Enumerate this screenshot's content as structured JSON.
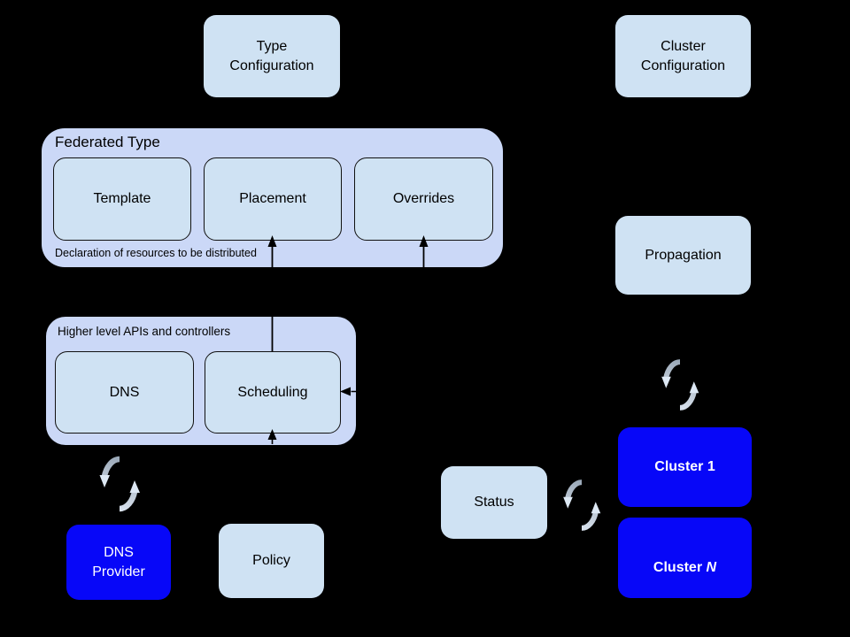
{
  "diagram": {
    "colors": {
      "canvas_bg": "#000000",
      "group_fill": "#cbd8f7",
      "box_fill": "#cfe2f3",
      "cluster_fill": "#0707f8",
      "dark_text": "#000000",
      "light_text": "#ffffff",
      "arrow": "#000000",
      "sync_icon_dark": "#8d9cac",
      "sync_icon_light": "#e6eef9"
    },
    "groups": {
      "federated_type": {
        "title": "Federated Type",
        "caption": "Declaration of resources to be distributed"
      },
      "higher_level": {
        "title": "Higher level APIs and controllers"
      }
    },
    "boxes": {
      "type_configuration": "Type\nConfiguration",
      "cluster_configuration": "Cluster\nConfiguration",
      "template": "Template",
      "placement": "Placement",
      "overrides": "Overrides",
      "propagation": "Propagation",
      "dns": "DNS",
      "scheduling": "Scheduling",
      "status": "Status",
      "policy": "Policy",
      "dns_provider": "DNS\nProvider",
      "cluster_1": "Cluster 1",
      "cluster_n_prefix": "Cluster ",
      "cluster_n_suffix": "N"
    },
    "icons": {
      "sync": "two-curved-arrows-cycle"
    }
  }
}
